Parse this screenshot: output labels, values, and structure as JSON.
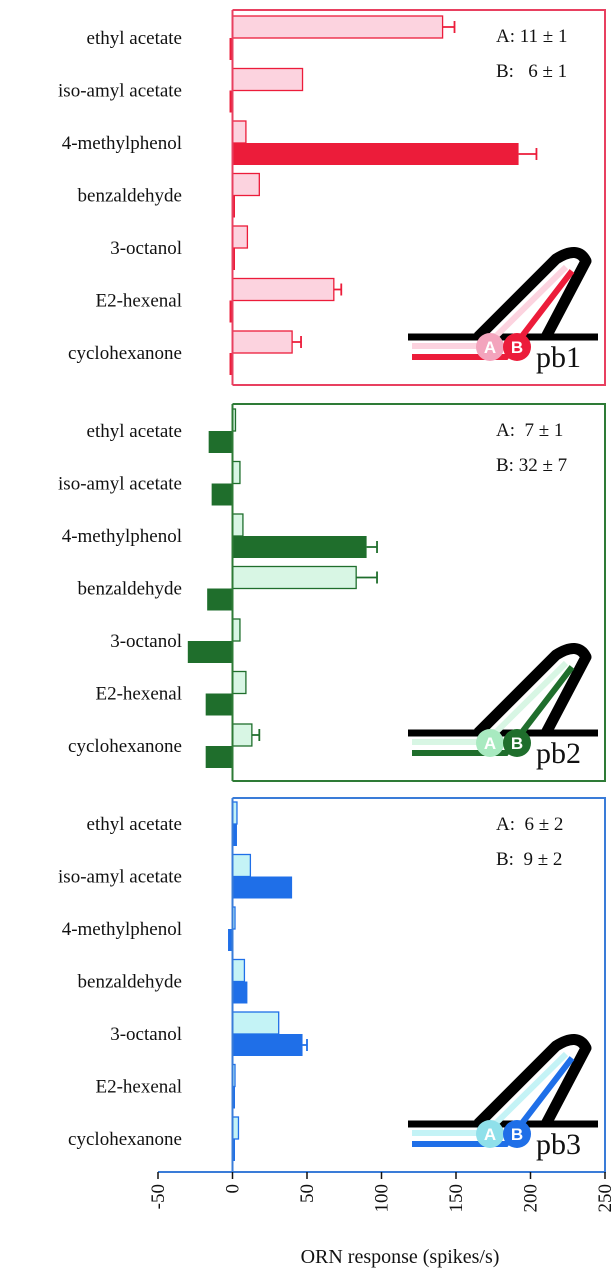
{
  "chart_data": [
    {
      "type": "bar",
      "panel": "pb1",
      "colors": {
        "A": "#fcd3df",
        "B": "#ec1c3a",
        "frame": "#e84060",
        "dot": "#f3a4bd"
      },
      "categories": [
        "ethyl acetate",
        "iso-amyl acetate",
        "4-methylphenol",
        "benzaldehyde",
        "3-octanol",
        "E2-hexenal",
        "cyclohexanone"
      ],
      "series": [
        {
          "name": "A",
          "values": [
            141,
            47,
            9,
            18,
            10,
            68,
            40
          ],
          "errors": [
            8,
            0,
            0,
            0,
            0,
            5,
            6
          ]
        },
        {
          "name": "B",
          "values": [
            -2,
            -2,
            192,
            1,
            0,
            -2,
            -2
          ],
          "errors": [
            0,
            0,
            12,
            0,
            0,
            0,
            0
          ]
        }
      ],
      "stats": [
        "A: 11 ± 1",
        "B:   6 ± 1"
      ],
      "inset_label": "pb1"
    },
    {
      "type": "bar",
      "panel": "pb2",
      "colors": {
        "A": "#d8f6e4",
        "B": "#1f6e2c",
        "frame": "#2e7b36",
        "dot": "#a8eac0"
      },
      "categories": [
        "ethyl acetate",
        "iso-amyl acetate",
        "4-methylphenol",
        "benzaldehyde",
        "3-octanol",
        "E2-hexenal",
        "cyclohexanone"
      ],
      "series": [
        {
          "name": "A",
          "values": [
            2,
            5,
            7,
            83,
            5,
            9,
            13
          ],
          "errors": [
            0,
            0,
            0,
            14,
            0,
            0,
            5
          ]
        },
        {
          "name": "B",
          "values": [
            -16,
            -14,
            90,
            -17,
            -30,
            -18,
            -18
          ],
          "errors": [
            0,
            0,
            7,
            0,
            0,
            0,
            0
          ]
        }
      ],
      "stats": [
        "A:  7 ± 1",
        "B: 32 ± 7"
      ],
      "inset_label": "pb2"
    },
    {
      "type": "bar",
      "panel": "pb3",
      "colors": {
        "A": "#c4f3f6",
        "B": "#1f6fe8",
        "frame": "#3a7cd8",
        "dot": "#8fe0ea"
      },
      "categories": [
        "ethyl acetate",
        "iso-amyl acetate",
        "4-methylphenol",
        "benzaldehyde",
        "3-octanol",
        "E2-hexenal",
        "cyclohexanone"
      ],
      "series": [
        {
          "name": "A",
          "values": [
            3,
            12,
            0,
            8,
            31,
            1,
            4
          ],
          "errors": [
            0,
            0,
            0,
            0,
            0,
            0,
            0
          ]
        },
        {
          "name": "B",
          "values": [
            3,
            40,
            -3,
            10,
            47,
            0,
            0
          ],
          "errors": [
            0,
            0,
            0,
            0,
            3,
            0,
            0
          ]
        }
      ],
      "stats": [
        "A:  6 ± 2",
        "B:  9 ± 2"
      ],
      "inset_label": "pb3"
    }
  ],
  "x_axis": {
    "label": "ORN response (spikes/s)",
    "range": [
      -50,
      250
    ],
    "ticks": [
      "-50",
      "0",
      "50",
      "100",
      "150",
      "200",
      "250"
    ]
  },
  "inset_letters": [
    "A",
    "B"
  ]
}
